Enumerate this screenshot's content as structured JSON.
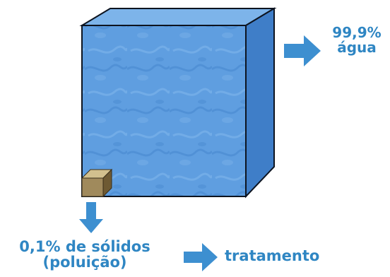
{
  "colors": {
    "label": "#2f86c3",
    "arrow": "#3d8fd0",
    "cube_front": "#5f9ee0",
    "cube_top": "#7db4ea",
    "cube_side": "#3f7ec8",
    "cube_edge": "#0d1420",
    "solid_block": "#a08a5c"
  },
  "icons": {
    "arrow_right": "arrow-right-icon",
    "arrow_down": "arrow-down-icon"
  },
  "labels": {
    "water_percent": "99,9%",
    "water_word": "água",
    "solids_line1": "0,1% de sólidos",
    "solids_line2": "(poluição)",
    "treatment": "tratamento"
  }
}
